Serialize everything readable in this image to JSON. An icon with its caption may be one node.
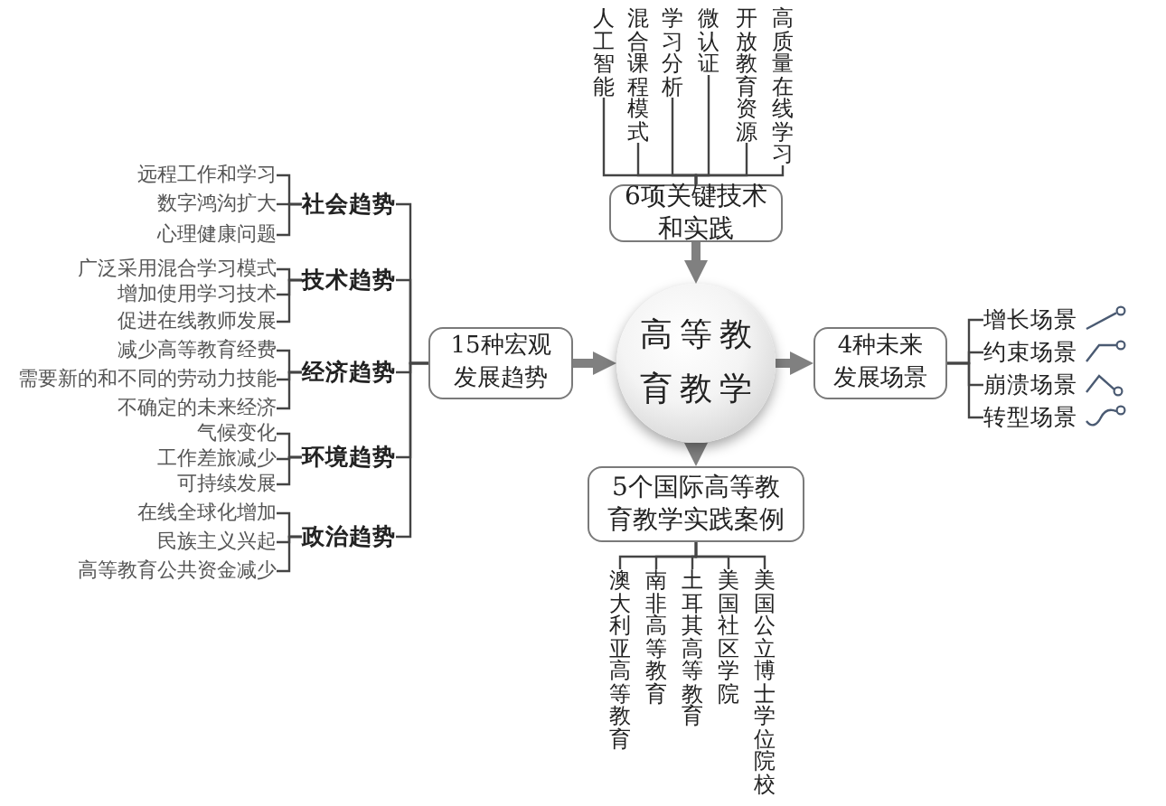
{
  "diagram": {
    "nodes": [
      {
        "text": [
          "人工智能"
        ]
      },
      {
        "text": [
          "混合课程模式"
        ]
      },
      {
        "text": [
          "学习分析"
        ]
      },
      {
        "text": [
          "微认证"
        ]
      },
      {
        "text": [
          "开放教育资源"
        ]
      },
      {
        "text": [
          "高质量在线学习"
        ]
      },
      {
        "text": [
          "6项关键技术和实践"
        ]
      },
      {
        "text": [
          "远程工作和学习"
        ]
      },
      {
        "text": [
          "数字鸿沟扩大"
        ]
      },
      {
        "text": [
          "心理健康问题"
        ]
      },
      {
        "text": [
          "社会趋势"
        ]
      },
      {
        "text": [
          "广泛采用混合学习模式"
        ]
      },
      {
        "text": [
          "增加使用学习技术"
        ]
      },
      {
        "text": [
          "促进在线教师发展"
        ]
      },
      {
        "text": [
          "技术趋势"
        ]
      },
      {
        "text": [
          "减少高等教育经费"
        ]
      },
      {
        "text": [
          "需要新的和不同的劳动力技能"
        ]
      },
      {
        "text": [
          "不确定的未来经济"
        ]
      },
      {
        "text": [
          "经济趋势"
        ]
      },
      {
        "text": [
          "气候变化"
        ]
      },
      {
        "text": [
          "工作差旅减少"
        ]
      },
      {
        "text": [
          "可持续发展"
        ]
      },
      {
        "text": [
          "环境趋势"
        ]
      },
      {
        "text": [
          "在线全球化增加"
        ]
      },
      {
        "text": [
          "民族主义兴起"
        ]
      },
      {
        "text": [
          "高等教育公共资金减少"
        ]
      },
      {
        "text": [
          "政治趋势"
        ]
      },
      {
        "text": [
          "15种宏观发展趋势"
        ]
      },
      {
        "text": [
          "高等教育教学"
        ]
      },
      {
        "text": [
          "4种未来发展场景"
        ]
      },
      {
        "text": [
          "增长场景"
        ]
      },
      {
        "text": [
          "约束场景"
        ]
      },
      {
        "text": [
          "崩溃场景"
        ]
      },
      {
        "text": [
          "转型场景"
        ]
      },
      {
        "text": [
          "5个国际高等教育教学实践案例"
        ]
      },
      {
        "text": [
          "澳大利亚高等教育"
        ]
      },
      {
        "text": [
          "南非高等教育"
        ]
      },
      {
        "text": [
          "土耳其高等教育"
        ]
      },
      {
        "text": [
          "美国社区学院"
        ]
      },
      {
        "text": [
          "美国公立博士学位院校"
        ]
      }
    ],
    "edges": [
      {
        "from": 0,
        "to": 6,
        "arrow": "none"
      },
      {
        "from": 1,
        "to": 6,
        "arrow": "none"
      },
      {
        "from": 2,
        "to": 6,
        "arrow": "none"
      },
      {
        "from": 3,
        "to": 6,
        "arrow": "none"
      },
      {
        "from": 4,
        "to": 6,
        "arrow": "none"
      },
      {
        "from": 5,
        "to": 6,
        "arrow": "none"
      },
      {
        "from": 6,
        "to": 28,
        "arrow": "to",
        "style": "thick",
        "color": "#808080"
      },
      {
        "from": 7,
        "to": 10,
        "arrow": "none"
      },
      {
        "from": 8,
        "to": 10,
        "arrow": "none"
      },
      {
        "from": 9,
        "to": 10,
        "arrow": "none"
      },
      {
        "from": 11,
        "to": 14,
        "arrow": "none"
      },
      {
        "from": 12,
        "to": 14,
        "arrow": "none"
      },
      {
        "from": 13,
        "to": 14,
        "arrow": "none"
      },
      {
        "from": 15,
        "to": 18,
        "arrow": "none"
      },
      {
        "from": 16,
        "to": 18,
        "arrow": "none"
      },
      {
        "from": 17,
        "to": 18,
        "arrow": "none"
      },
      {
        "from": 19,
        "to": 22,
        "arrow": "none"
      },
      {
        "from": 20,
        "to": 22,
        "arrow": "none"
      },
      {
        "from": 21,
        "to": 22,
        "arrow": "none"
      },
      {
        "from": 23,
        "to": 26,
        "arrow": "none"
      },
      {
        "from": 24,
        "to": 26,
        "arrow": "none"
      },
      {
        "from": 25,
        "to": 26,
        "arrow": "none"
      },
      {
        "from": 10,
        "to": 27,
        "arrow": "none"
      },
      {
        "from": 14,
        "to": 27,
        "arrow": "none"
      },
      {
        "from": 18,
        "to": 27,
        "arrow": "none"
      },
      {
        "from": 22,
        "to": 27,
        "arrow": "none"
      },
      {
        "from": 26,
        "to": 27,
        "arrow": "none"
      },
      {
        "from": 27,
        "to": 28,
        "arrow": "to",
        "style": "thick",
        "color": "#808080"
      },
      {
        "from": 28,
        "to": 29,
        "arrow": "to",
        "style": "thick",
        "color": "#808080"
      },
      {
        "from": 29,
        "to": 30,
        "arrow": "none"
      },
      {
        "from": 29,
        "to": 31,
        "arrow": "none"
      },
      {
        "from": 29,
        "to": 32,
        "arrow": "none"
      },
      {
        "from": 29,
        "to": 33,
        "arrow": "none"
      },
      {
        "from": 28,
        "to": 34,
        "arrow": "to",
        "style": "thick",
        "color": "#808080"
      },
      {
        "from": 34,
        "to": 35,
        "arrow": "none"
      },
      {
        "from": 34,
        "to": 36,
        "arrow": "none"
      },
      {
        "from": 34,
        "to": 37,
        "arrow": "none"
      },
      {
        "from": 34,
        "to": 38,
        "arrow": "none"
      },
      {
        "from": 34,
        "to": 39,
        "arrow": "none"
      }
    ]
  }
}
